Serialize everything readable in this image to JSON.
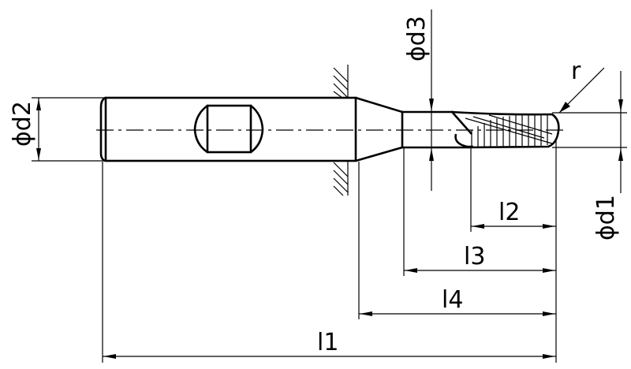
{
  "drawing": {
    "title": "End mill dimension drawing",
    "labels": {
      "d1": "ϕd1",
      "d2": "ϕd2",
      "d3": "ϕd3",
      "r": "r",
      "l1": "l1",
      "l2": "l2",
      "l3": "l3",
      "l4": "l4"
    }
  }
}
